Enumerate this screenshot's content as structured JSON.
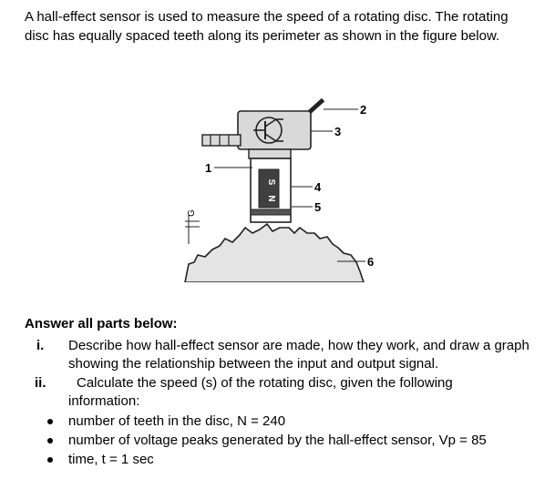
{
  "intro_text": "A hall-effect sensor is used to measure the speed of a rotating disc. The rotating disc has equally spaced teeth along its perimeter as shown in the figure below.",
  "figure": {
    "labels": [
      "1",
      "2",
      "3",
      "4",
      "5",
      "6"
    ],
    "magnet_s": "S",
    "magnet_n": "N",
    "gap_label": "G",
    "colors": {
      "body": "#d9d9d9",
      "disc": "#e4e4e4",
      "magnet": "#404040",
      "stroke": "#222222"
    }
  },
  "answer_heading": "Answer all parts below:",
  "questions": [
    {
      "marker": "i.",
      "text": "Describe how hall-effect sensor are made, how they work, and draw a graph showing the relationship between the input and output signal."
    },
    {
      "marker": "ii.",
      "text": "Calculate the speed (s) of the rotating disc, given the following information:"
    }
  ],
  "bullets": [
    "number of teeth in the disc, N = 240",
    "number of voltage peaks generated by the hall-effect sensor, Vp = 85",
    "time, t = 1 sec"
  ]
}
